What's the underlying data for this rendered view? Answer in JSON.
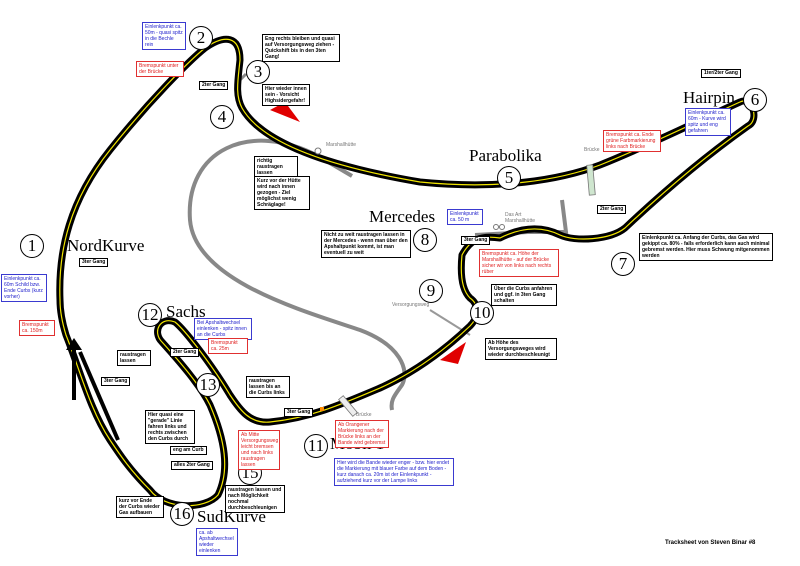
{
  "corners": {
    "n1": "1",
    "n2": "2",
    "n3": "3",
    "n4": "4",
    "n5": "5",
    "n6": "6",
    "n7": "7",
    "n8": "8",
    "n9": "9",
    "n10": "10",
    "n11": "11",
    "n12": "12",
    "n13": "13",
    "n15": "15",
    "n16": "16"
  },
  "names": {
    "nordkurve": "NordKurve",
    "hairpin": "Hairpin",
    "parabolika": "Parabolika",
    "mercedes": "Mercedes",
    "sachs": "Sachs",
    "mobil1": "Mobil 1",
    "sudkurve": "SudKurve"
  },
  "labels": {
    "marshall_1": "Marshallhütte",
    "bruecke_1": "Brücke",
    "marshall_2": "Das Art Marshallhütte",
    "versorgungsweg": "Versorgungsweg",
    "bruecke_2": "Brücke",
    "credit": "Tracksheet von Steven Binar #8"
  },
  "notes": {
    "t2_einlenk": "Einlenkpunkt ca. 50m - quasi spitz in die Bechle rein",
    "t2_brems": "Bremspunkt unter der Brücke",
    "t3_eng": "Eng rechts bleiben und quasi auf Versorgungsweg ziehen - Quickshift bis in den 3ten Gang!",
    "gear_2_a": "2ter Gang",
    "t4_wieder": "Hier wieder innen sein - Vorsicht Highsidergefahr!",
    "richtig_raus": "richtig raustragen lassen",
    "kurz_vor": "Kurz vor der Hütte wird nach innen gezogen - Ziel möglichst wenig Schräglage!",
    "gear_1_2": "1ter/2ter Gang",
    "t6_einlenk": "Einlenkpunkt ca. 60m - Kurve wird spitz und eng gefahren",
    "t6_brems": "Bremspunkt ca. Ende grüne Farbmarkierung links nach Brücke",
    "gear_2_b": "2ter Gang",
    "t7_einlenk": "Einlenkpunkt ca. Anfang der Curbs, das Gas wird gekippt ca. 80% - falls erforderlich kann auch minimal gebremst werden. Hier muss Schwung mitgenommen werden",
    "t8_einlenk": "Einlenkpunkt ca. 50 m",
    "mercedes_nicht": "Nicht zu weit raustragen lassen in der Mercedes - wenn man über den Apshaltpunkt kommt, ist man eventuell zu weit",
    "gear_3_a": "3ter Gang",
    "t8_brems": "Bremspunkt ca. Höhe der Marshallhütte - auf der Brücke sicher wir von links nach rechts rüber",
    "t10_curbs": "Über die Curbs anfahren und ggf. in 3ten Gang schalten",
    "t10_hoehe": "Ab Höhe des Versorgungsweges wird wieder durchbeschleunigt",
    "gear_3_b": "3ter Gang",
    "t1_einlenk": "Einlenkpunkt ca. 60m Schild bzw. Ende Curbs (kurz vorher)",
    "t1_brems": "Bremspunkt ca. 150m",
    "t12_apsh": "Bei Apshaltwechsel einlenken - spitz innen an die Curbs",
    "gear_2_c": "2ter Gang",
    "t12_brems": "Bremspunkt ca. 25m",
    "raustragen": "raustragen lassen",
    "gear_3_c": "3ter Gang",
    "raustragen_bis": "raustragen lassen bis an die Curbs links",
    "gear_3_d": "3ter Gang",
    "hier_quasi": "Hier quasi eine \"gerade\" Linie fahren links und rechts zwischen den Curbs durch",
    "ab_mitte": "Ab Mitte Versorgungsweg leicht bremsen und nach links raustragen lassen",
    "eng_curb": "eng am Curb",
    "alles_2": "alles 2ter Gang",
    "t15_raus": "raustragen lassen und nach Möglichkeit nochmal durchbeschleunigen",
    "t16_kurz": "kurz vor Ende der Curbs wieder Gas aufbauen",
    "t16_apsh": "ca. ab Apshaltwechsel wieder einlenken",
    "orange_mark": "Ab Orangener Markierung nach der Brücke links an der Bande wird gebremst",
    "t11_hier": "Hier wird die Bande wieder enger - bzw. hier endet die Markierung mit blauer Farbe auf dem Boden - kurz danach ca. 20m ist der Einlenkpunkt - aufziehend kurz vor der Lampe links"
  }
}
